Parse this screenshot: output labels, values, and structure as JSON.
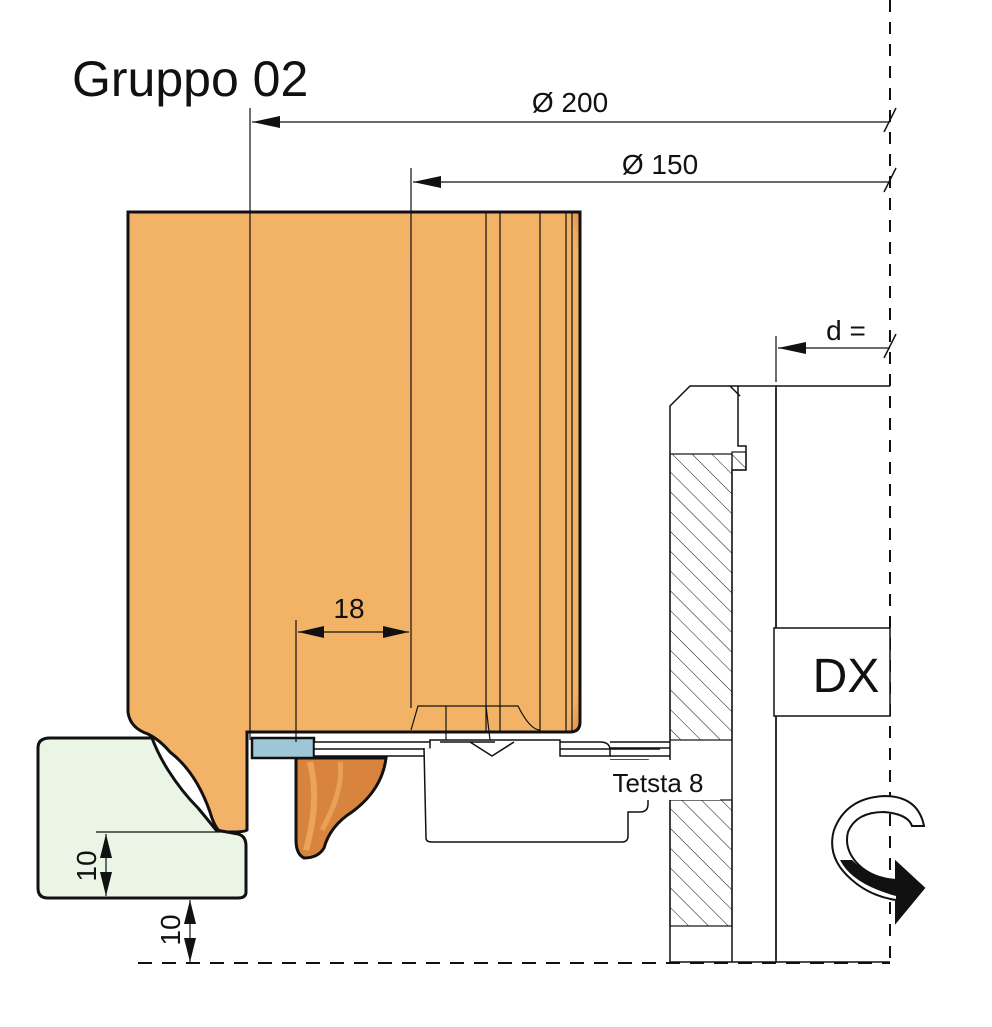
{
  "drawing": {
    "title": "Gruppo 02",
    "dimensions": {
      "diameter_outer": "Ø 200",
      "diameter_inner": "Ø 150",
      "distance_d": "d =",
      "width": "18",
      "height_profile": "10",
      "height_base": "10"
    },
    "labels": {
      "head": "Tetsta 8",
      "rotation_direction": "DX"
    },
    "colors": {
      "wood_light": "#f0ae62",
      "wood_dark": "#c9682a",
      "guide_fill": "#eaf5e6",
      "insert_fill": "#9fc6d6",
      "line": "#111111"
    }
  }
}
